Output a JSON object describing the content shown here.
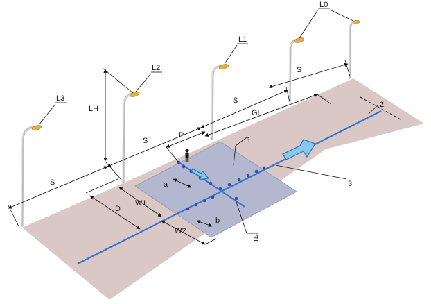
{
  "labels": {
    "L0": "L0",
    "L1": "L1",
    "L2": "L2",
    "L3": "L3",
    "LH": "LH",
    "S": "S",
    "P": "P",
    "GL": "GL",
    "D": "D",
    "W1": "W1",
    "W2": "W2",
    "a": "a",
    "b": "b",
    "n1": "1",
    "n2": "2",
    "n3": "3",
    "n4": "4"
  },
  "colors": {
    "road": "#d9c8c6",
    "grid_area": "#b3b8d0",
    "axis_line": "#3a74c8",
    "grid_points": "#2e4fa8",
    "arrow": "#86c8ec",
    "lamp": "#e8b03a",
    "pole": "#bdbdbd",
    "label_4": "#1b2c8c"
  },
  "icons": {
    "observer": "person-icon",
    "direction": "arrow-icon"
  }
}
